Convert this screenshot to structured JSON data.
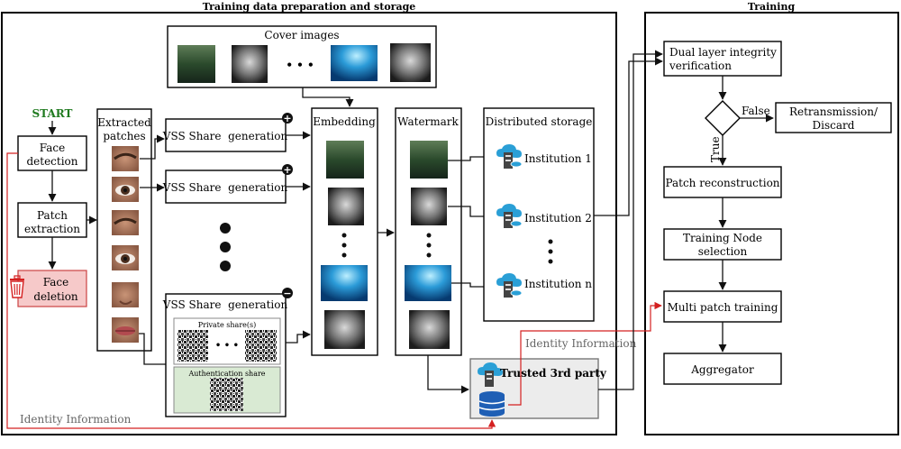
{
  "sections": {
    "prep_title": "Training data preparation and storage",
    "training_title": "Training"
  },
  "nodes": {
    "start": "START",
    "face_detection": [
      "Face",
      "detection"
    ],
    "patch_extraction": [
      "Patch",
      "extraction"
    ],
    "face_deletion": [
      "Face",
      "deletion"
    ],
    "extracted_patches": [
      "Extracted",
      "patches"
    ],
    "vss_share_1": "VSS Share  generation",
    "vss_share_2": "VSS Share  generation",
    "vss_share_3": "VSS Share  generation",
    "private_shares": "Private share(s)",
    "authentication_share": "Authentication share",
    "cover_images": "Cover images",
    "embedding": "Embedding",
    "watermark": "Watermark",
    "distributed_storage": "Distributed storage",
    "institution_1": "Institution 1",
    "institution_2": "Institution 2",
    "institution_n": "Institution n",
    "trusted_third_party": "Trusted 3rd party",
    "identity_info_bottom": "Identity Information",
    "identity_info_top": "Identity Information",
    "dual_layer": [
      "Dual layer integrity",
      "verification"
    ],
    "false_label": "False",
    "true_label": "True",
    "retransmission": [
      "Retransmission/",
      "Discard"
    ],
    "patch_reconstruction": "Patch reconstruction",
    "training_node": [
      "Training Node",
      "selection"
    ],
    "multi_patch": "Multi patch training",
    "aggregator": "Aggregator"
  },
  "symbols": {
    "plus": "+",
    "minus": "−",
    "ellipsis": "• • •"
  },
  "icons": {
    "trash": "trash-icon",
    "cloud_server": "cloud-server-icon",
    "database": "database-icon"
  },
  "colors": {
    "start_green": "#1f7a1f",
    "identity_red": "#d42020",
    "face_deletion_fill": "#f6c9c9",
    "auth_share_fill": "#d9ead3",
    "trusted_fill": "#ececec",
    "cloud_blue": "#2a9fd6",
    "db_blue": "#1f5fb5"
  }
}
